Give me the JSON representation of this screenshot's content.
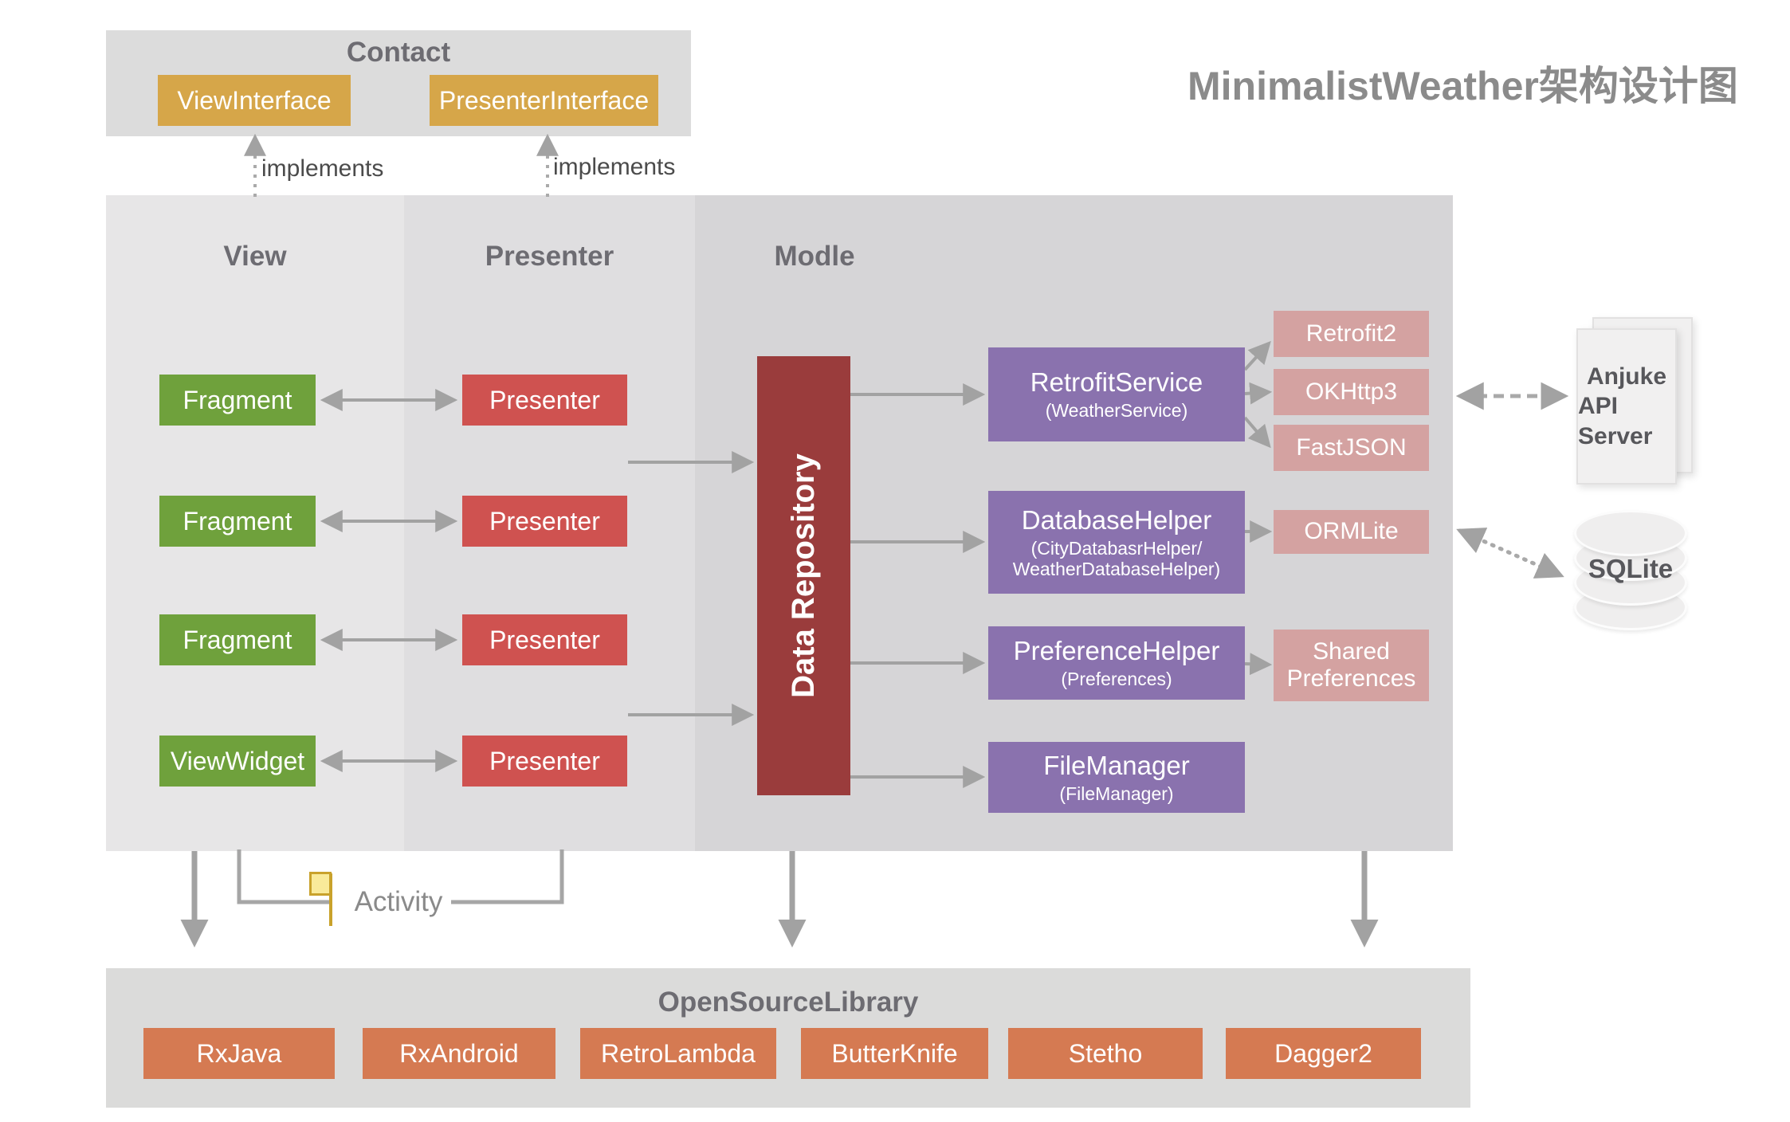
{
  "title": "MinimalistWeather架构设计图",
  "contact": {
    "title": "Contact",
    "view_interface": "ViewInterface",
    "presenter_interface": "PresenterInterface",
    "implements_left": "implements",
    "implements_right": "implements"
  },
  "columns": {
    "view_title": "View",
    "presenter_title": "Presenter",
    "module_title": "Modle"
  },
  "view_column": {
    "rows": [
      {
        "label": "Fragment"
      },
      {
        "label": "Fragment"
      },
      {
        "label": "Fragment"
      },
      {
        "label": "ViewWidget"
      }
    ]
  },
  "presenter_column": {
    "rows": [
      {
        "label": "Presenter"
      },
      {
        "label": "Presenter"
      },
      {
        "label": "Presenter"
      },
      {
        "label": "Presenter"
      }
    ]
  },
  "module": {
    "data_repository": "Data Repository",
    "services": [
      {
        "title": "RetrofitService",
        "subtitle": "(WeatherService)"
      },
      {
        "title": "DatabaseHelper",
        "subtitle": "(CityDatabasrHelper/",
        "subtitle2": "WeatherDatabaseHelper)"
      },
      {
        "title": "PreferenceHelper",
        "subtitle": "(Preferences)"
      },
      {
        "title": "FileManager",
        "subtitle": "(FileManager)"
      }
    ],
    "libraries": [
      {
        "label": "Retrofit2"
      },
      {
        "label": "OKHttp3"
      },
      {
        "label": "FastJSON"
      },
      {
        "label": "ORMLite"
      },
      {
        "label": "Shared Preferences"
      }
    ]
  },
  "external": {
    "api_server_line1": "Anjuke",
    "api_server_line2": "API Server",
    "database_label": "SQLite"
  },
  "activity_label": "Activity",
  "open_source": {
    "title": "OpenSourceLibrary",
    "items": [
      {
        "label": "RxJava"
      },
      {
        "label": "RxAndroid"
      },
      {
        "label": "RetroLambda"
      },
      {
        "label": "ButterKnife"
      },
      {
        "label": "Stetho"
      },
      {
        "label": "Dagger2"
      }
    ]
  },
  "colors": {
    "interface_gold": "#d6a649",
    "view_green": "#6fa13c",
    "presenter_red": "#cf5250",
    "repository_dark_red": "#9a3c3c",
    "service_purple": "#8a72ae",
    "library_pink": "#d4a2a1",
    "open_source_orange": "#d57a52",
    "arrow_gray": "#a2a2a2",
    "flag_yellow": "#f9ea9a"
  }
}
